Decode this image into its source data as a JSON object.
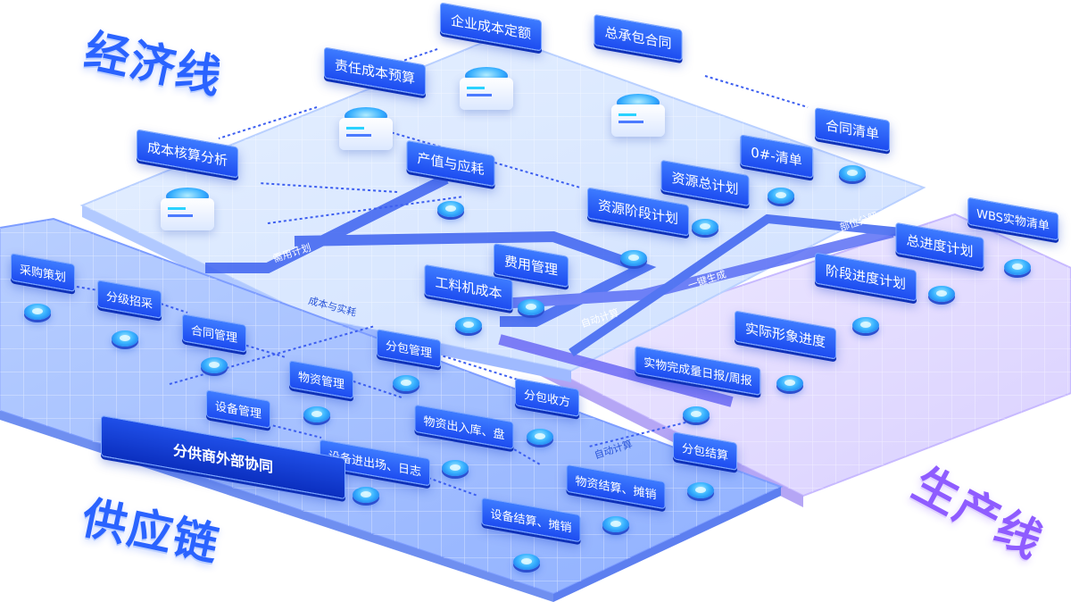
{
  "titles": {
    "economic_line": "经济线",
    "supply_chain": "供应链",
    "production_line": "生产线"
  },
  "nodes": {
    "enterprise_cost_quota": "企业成本定额",
    "general_contract": "总承包合同",
    "responsibility_cost_budget": "责任成本预算",
    "contract_list": "合同清单",
    "cost_accounting_analysis": "成本核算分析",
    "zero_list": "0#-清单",
    "output_consumption": "产值与应耗",
    "resource_total_plan": "资源总计划",
    "resource_stage_plan": "资源阶段计划",
    "wbs_list": "WBS实物清单",
    "master_schedule": "总进度计划",
    "expense_management": "费用管理",
    "stage_schedule": "阶段进度计划",
    "labor_material_machine_cost": "工料机成本",
    "actual_progress": "实际形象进度",
    "purchase_planning": "采购策划",
    "graded_bidding": "分级招采",
    "contract_management": "合同管理",
    "subcontract_management": "分包管理",
    "physical_daily_weekly": "实物完成量日报/周报",
    "material_management": "物资管理",
    "subcontract_acceptance": "分包收方",
    "equipment_management": "设备管理",
    "material_in_out_stock": "物资出入库、盘",
    "subcontract_settlement": "分包结算",
    "equipment_entry_exit_log": "设备进出场、日志",
    "material_settlement": "物资结算、摊销",
    "supplier_collaboration": "分供商外部协同",
    "equipment_settlement": "设备结算、摊销"
  },
  "edge_labels": {
    "demand_plan": "需用计划",
    "cost_and_actual": "成本与实耗",
    "auto_calc_1": "自动计算",
    "one_click_generate": "一键生成",
    "part_decompose": "部位分解",
    "auto_calc_2": "自动计算"
  },
  "colors": {
    "title_blue": "#2a63ff",
    "title_purple": "#8f5cff",
    "node_blue": "#2f6bff",
    "flow_blue": "#3d63f0"
  }
}
